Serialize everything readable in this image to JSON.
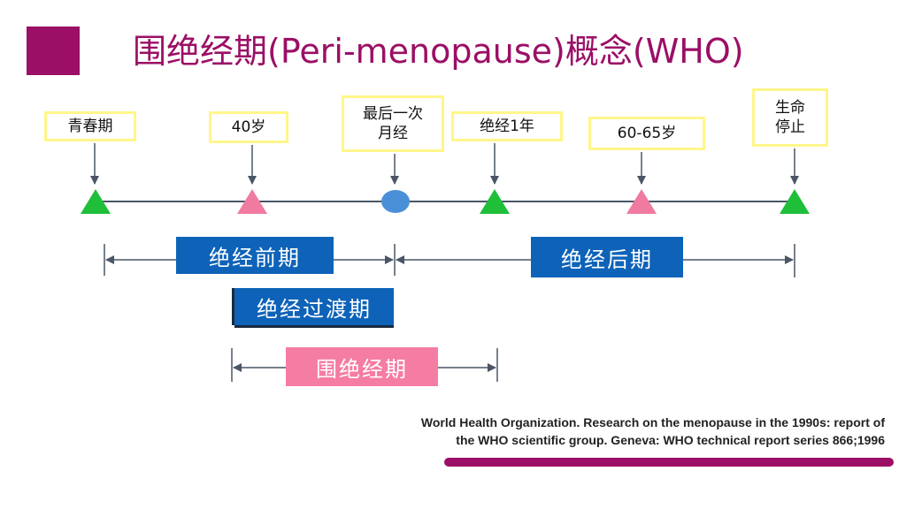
{
  "title": "围绝经期(Peri-menopause)概念(WHO)",
  "milestones": [
    {
      "label": "青春期",
      "marker": "green-triangle"
    },
    {
      "label": "40岁",
      "marker": "pink-triangle"
    },
    {
      "label": "最后一次\n月经",
      "marker": "blue-ellipse"
    },
    {
      "label": "绝经1年",
      "marker": "green-triangle"
    },
    {
      "label": "60-65岁",
      "marker": "pink-triangle"
    },
    {
      "label": "生命\n停止",
      "marker": "green-triangle"
    }
  ],
  "periods": {
    "premenopause": "绝经前期",
    "postmenopause": "绝经后期",
    "menopausal_transition": "绝经过渡期",
    "perimenopause": "围绝经期"
  },
  "reference": {
    "line1": "World Health Organization. Research on the menopause in the 1990s: report of",
    "line2": "the WHO scientific group. Geneva: WHO technical report series 866;1996"
  },
  "colors": {
    "accent": "#9b0f66",
    "green_marker": "#1fbf3a",
    "pink_marker": "#f07aa0",
    "blue_marker": "#4a90d9",
    "period_blue": "#0e63b8",
    "period_pink": "#f57ca3",
    "label_border": "#fff68a",
    "line": "#4a5566"
  }
}
